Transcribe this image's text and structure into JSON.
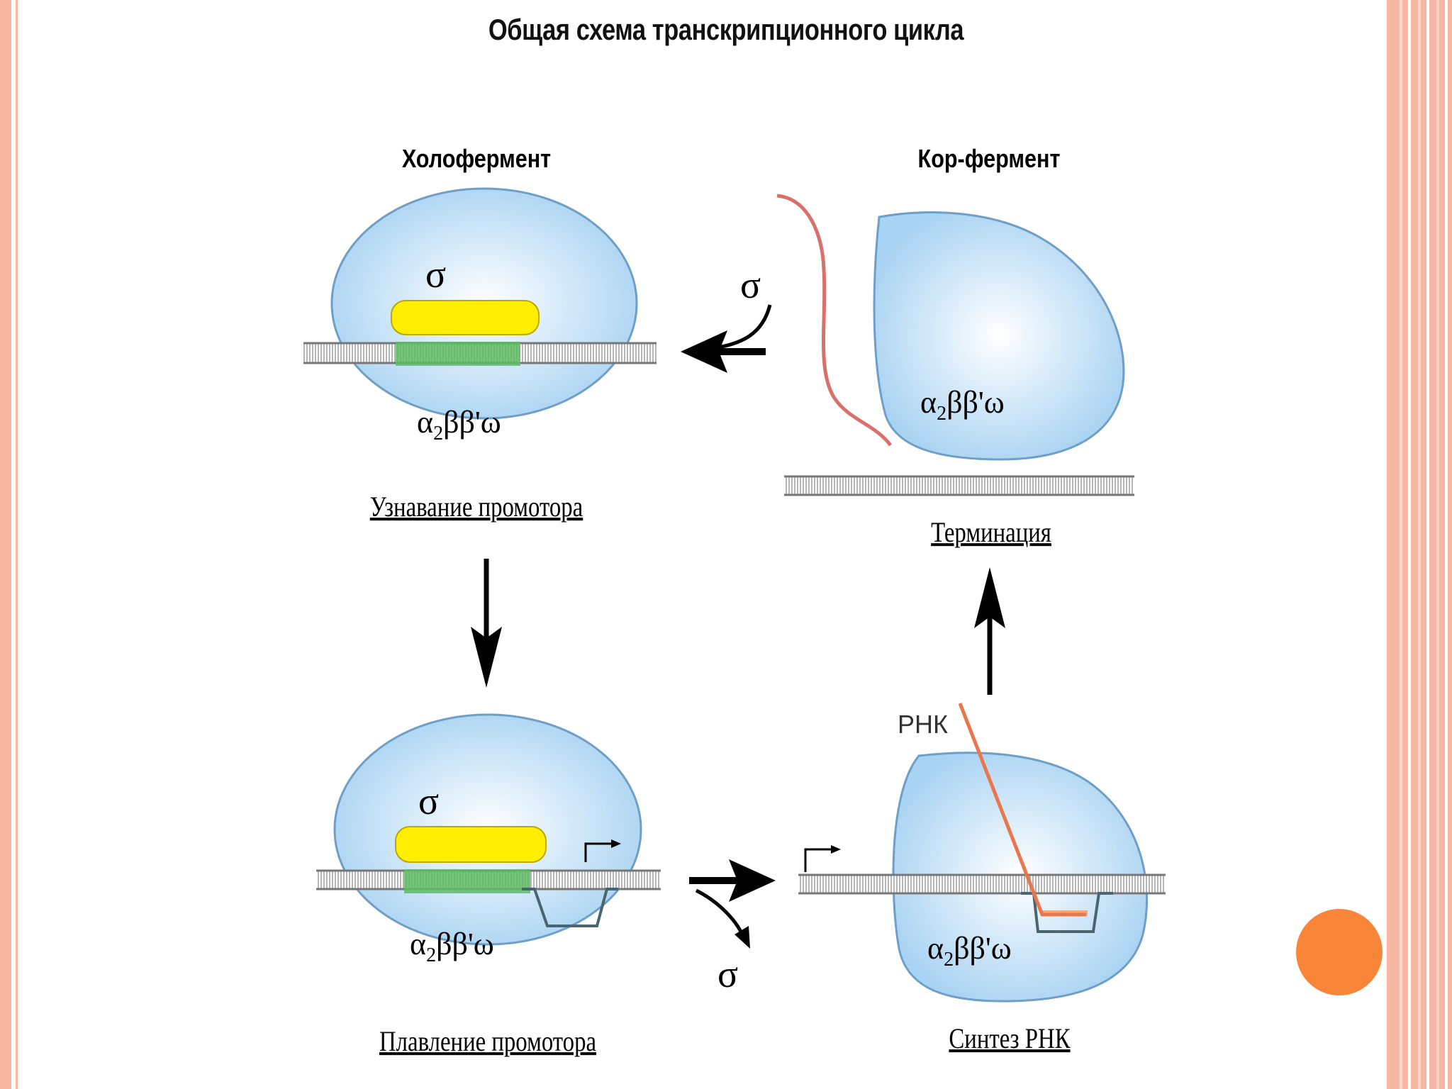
{
  "title": "Общая схема транскрипционного цикла",
  "labels": {
    "holoenzyme": "Холофермент",
    "core_enzyme": "Кор-фермент",
    "sigma": "σ",
    "rna": "РНК",
    "subunits_main": "α",
    "subunits_sub": "2",
    "subunits_rest": "ββ'ω"
  },
  "stages": {
    "recognition": "Узнавание промотора",
    "melting": "Плавление промотора",
    "synthesis": "Синтез РНК",
    "termination": "Терминация"
  },
  "colors": {
    "enzyme_fill": "#bfe0f7",
    "enzyme_stroke": "#6f9fc7",
    "sigma_yellow": "#ffee00",
    "promoter_green": "#5dbb63",
    "rna_line": "#e8774d",
    "frame": "#f6b8a2",
    "accent_dot": "#f98539"
  }
}
